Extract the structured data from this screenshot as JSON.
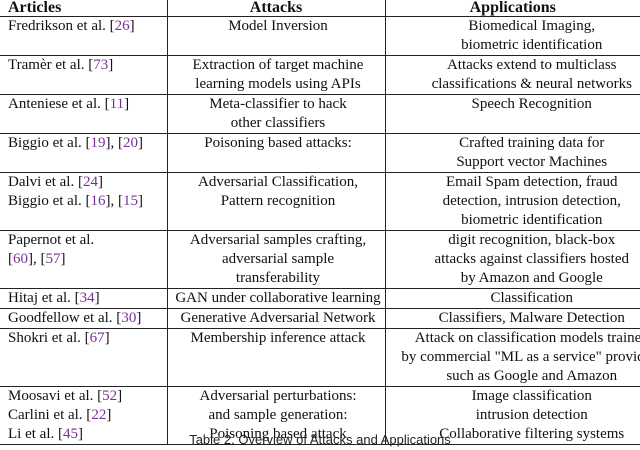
{
  "headers": {
    "articles": "Articles",
    "attacks": "Attacks",
    "applications": "Applications"
  },
  "rows": [
    {
      "articles": [
        [
          {
            "t": "Fredrikson et al. ["
          },
          {
            "t": "26",
            "ref": true
          },
          {
            "t": "]"
          }
        ]
      ],
      "attacks": [
        "Model Inversion"
      ],
      "applications": [
        "Biomedical Imaging,",
        "biometric identification"
      ]
    },
    {
      "articles": [
        [
          {
            "t": "Tramèr et al. ["
          },
          {
            "t": "73",
            "ref": true
          },
          {
            "t": "]"
          }
        ]
      ],
      "attacks": [
        "Extraction of target machine",
        "learning models using APIs"
      ],
      "applications": [
        "Attacks extend to multiclass",
        "classifications & neural networks"
      ]
    },
    {
      "articles": [
        [
          {
            "t": "Anteniese et al. ["
          },
          {
            "t": "11",
            "ref": true
          },
          {
            "t": "]"
          }
        ]
      ],
      "attacks": [
        "Meta-classifier to hack",
        "other classifiers"
      ],
      "applications": [
        "Speech Recognition"
      ]
    },
    {
      "articles": [
        [
          {
            "t": "Biggio et al. ["
          },
          {
            "t": "19",
            "ref": true
          },
          {
            "t": "], ["
          },
          {
            "t": "20",
            "ref": true
          },
          {
            "t": "]"
          }
        ]
      ],
      "attacks": [
        "Poisoning based attacks:"
      ],
      "applications": [
        "Crafted training data for",
        "Support vector Machines"
      ]
    },
    {
      "articles": [
        [
          {
            "t": "Dalvi et al. ["
          },
          {
            "t": "24",
            "ref": true
          },
          {
            "t": "]"
          }
        ],
        [
          {
            "t": "Biggio et al. ["
          },
          {
            "t": "16",
            "ref": true
          },
          {
            "t": "], ["
          },
          {
            "t": "15",
            "ref": true
          },
          {
            "t": "]"
          }
        ]
      ],
      "attacks": [
        "Adversarial Classification,",
        "Pattern recognition"
      ],
      "applications": [
        "Email Spam detection, fraud",
        "detection, intrusion detection,",
        "biometric identification"
      ]
    },
    {
      "articles": [
        [
          {
            "t": "Papernot et al."
          }
        ],
        [
          {
            "t": "["
          },
          {
            "t": "60",
            "ref": true
          },
          {
            "t": "], ["
          },
          {
            "t": "57",
            "ref": true
          },
          {
            "t": "]"
          }
        ]
      ],
      "attacks": [
        "Adversarial samples crafting,",
        "adversarial sample",
        "transferability"
      ],
      "applications": [
        "digit recognition, black-box",
        "attacks against classifiers hosted",
        "by Amazon and Google"
      ]
    },
    {
      "articles": [
        [
          {
            "t": "Hitaj et al. ["
          },
          {
            "t": "34",
            "ref": true
          },
          {
            "t": "]"
          }
        ]
      ],
      "attacks": [
        "GAN under collaborative learning"
      ],
      "applications": [
        "Classification"
      ]
    },
    {
      "articles": [
        [
          {
            "t": "Goodfellow et al. ["
          },
          {
            "t": "30",
            "ref": true
          },
          {
            "t": "]"
          }
        ]
      ],
      "attacks": [
        "Generative Adversarial Network"
      ],
      "applications": [
        "Classifiers, Malware Detection"
      ]
    },
    {
      "articles": [
        [
          {
            "t": "Shokri et al. ["
          },
          {
            "t": "67",
            "ref": true
          },
          {
            "t": "]"
          }
        ]
      ],
      "attacks": [
        "Membership inference attack"
      ],
      "applications": [
        "Attack on classification models trained",
        "by commercial \"ML as a service\" providers",
        "such as Google and Amazon"
      ]
    },
    {
      "articles": [
        [
          {
            "t": "Moosavi et al. ["
          },
          {
            "t": "52",
            "ref": true
          },
          {
            "t": "]"
          }
        ],
        [
          {
            "t": "Carlini et al. ["
          },
          {
            "t": "22",
            "ref": true
          },
          {
            "t": "]"
          }
        ],
        [
          {
            "t": "Li et al. ["
          },
          {
            "t": "45",
            "ref": true
          },
          {
            "t": "]"
          }
        ]
      ],
      "attacks": [
        "Adversarial perturbations:",
        "and sample generation:",
        "Poisoning based attack"
      ],
      "applications": [
        "Image classification",
        "intrusion detection",
        "Collaborative filtering systems"
      ]
    }
  ],
  "caption": "Table 2.  Overview of Attacks and Applications",
  "colors": {
    "reference_link": "#7a2f9a",
    "rule": "#222222",
    "text": "#111111"
  }
}
